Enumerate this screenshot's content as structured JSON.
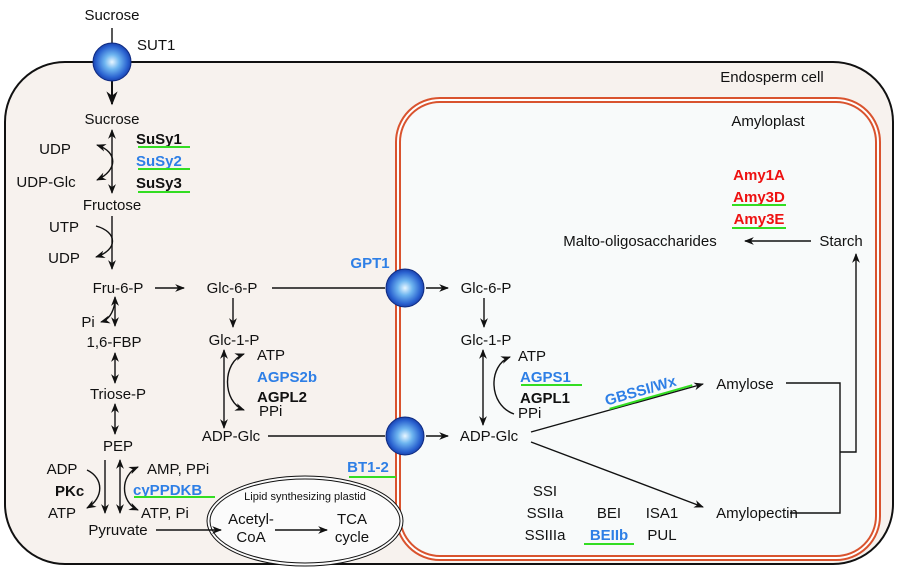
{
  "compartments": {
    "cell": "Endosperm cell",
    "amyloplast": "Amyloplast",
    "lipid_plastid": "Lipid synthesizing plastid"
  },
  "transporters": {
    "sut1": "SUT1",
    "gpt1": "GPT1",
    "bt12": "BT1-2"
  },
  "metabolites": {
    "sucrose_out": "Sucrose",
    "sucrose_in": "Sucrose",
    "udp1": "UDP",
    "udpglc": "UDP-Glc",
    "fructose": "Fructose",
    "utp": "UTP",
    "udp2": "UDP",
    "fru6p": "Fru-6-P",
    "pi1": "Pi",
    "fbp": "1,6-FBP",
    "triosep": "Triose-P",
    "pep": "PEP",
    "adp": "ADP",
    "atp_pk": "ATP",
    "amp_ppi": "AMP, PPi",
    "atp_pi": "ATP, Pi",
    "pyruvate": "Pyruvate",
    "acetyl1": "Acetyl-",
    "acetyl2": "CoA",
    "tca1": "TCA",
    "tca2": "cycle",
    "glc6p_cyt": "Glc-6-P",
    "glc1p_cyt": "Glc-1-P",
    "atp_cyt": "ATP",
    "ppi_cyt": "PPi",
    "adpglc_cyt": "ADP-Glc",
    "glc6p_amy": "Glc-6-P",
    "glc1p_amy": "Glc-1-P",
    "atp_amy": "ATP",
    "ppi_amy": "PPi",
    "adpglc_amy": "ADP-Glc",
    "amylose": "Amylose",
    "amylopectin": "Amylopectin",
    "starch": "Starch",
    "malto": "Malto-oligosaccharides"
  },
  "enzymes": {
    "susy1": "SuSy1",
    "susy2": "SuSy2",
    "susy3": "SuSy3",
    "pkc": "PKc",
    "cyppdkb": "cyPPDKB",
    "agps2b": "AGPS2b",
    "agpl2": "AGPL2",
    "agps1": "AGPS1",
    "agpl1": "AGPL1",
    "gbssi": "GBSSI/Wx",
    "amy1a": "Amy1A",
    "amy3d": "Amy3D",
    "amy3e": "Amy3E",
    "ssi": "SSI",
    "ssiia": "SSIIa",
    "ssiiia": "SSIIIa",
    "bei": "BEI",
    "beiib": "BEIIb",
    "isa1": "ISA1",
    "pul": "PUL"
  },
  "colors": {
    "cell_fill": "#f7f2ee",
    "amyloplast_fill": "#f8fafa",
    "membrane": "#d9532e",
    "transporter": "#1c4fc4",
    "enzyme_blue": "#2e7fe6",
    "enzyme_red": "#ee1111",
    "underline": "#33dd22"
  }
}
